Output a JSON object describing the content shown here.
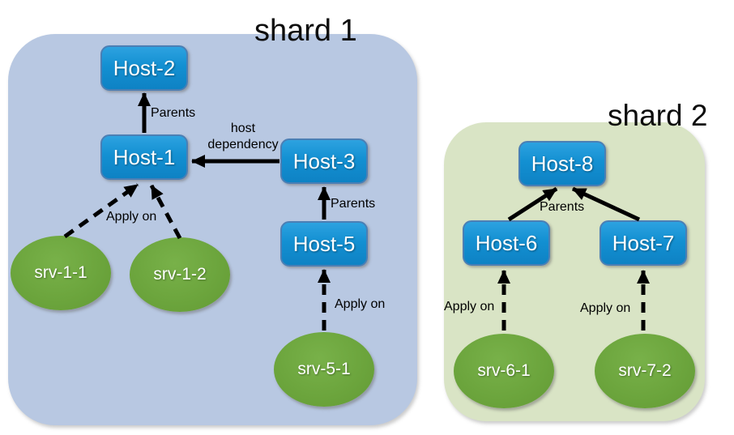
{
  "colors": {
    "shard1-bg": "#b8c8e2",
    "shard2-bg": "#d9e4c5",
    "host-fill": "#1390d2",
    "host-border": "#4a7fb5",
    "service-fill": "#6ba43c",
    "arrow-color": "#000000",
    "node-text": "#ffffff",
    "label-color": "#000000"
  },
  "shard1": {
    "title": "shard 1",
    "nodes": {
      "host2": "Host-2",
      "host1": "Host-1",
      "host3": "Host-3",
      "host5": "Host-5",
      "srv11": "srv-1-1",
      "srv12": "srv-1-2",
      "srv51": "srv-5-1"
    },
    "labels": {
      "parents_host1_host2": "Parents",
      "host_dependency": "host dependency",
      "parents_host5_host3": "Parents",
      "apply_on_host1": "Apply on",
      "apply_on_host5": "Apply on"
    }
  },
  "shard2": {
    "title": "shard 2",
    "nodes": {
      "host8": "Host-8",
      "host6": "Host-6",
      "host7": "Host-7",
      "srv61": "srv-6-1",
      "srv72": "srv-7-2"
    },
    "labels": {
      "parents_host8": "Parents",
      "apply_on_host6": "Apply on",
      "apply_on_host7": "Apply on"
    }
  }
}
